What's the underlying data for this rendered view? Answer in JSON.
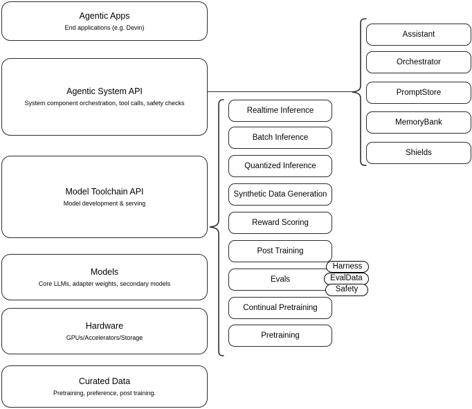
{
  "diagram": {
    "title": "Agentic stack layered architecture",
    "stroke_color": "#2b2b2b",
    "background_color": "#ffffff"
  },
  "layers": [
    {
      "name": "agentic-apps",
      "title": "Agentic Apps",
      "subtitle": "End applications (e.g. Devin)"
    },
    {
      "name": "agentic-system-api",
      "title": "Agentic System API",
      "subtitle": "System component orchestration, tool calls, safety checks"
    },
    {
      "name": "model-toolchain-api",
      "title": "Model Toolchain API",
      "subtitle": "Model development & serving"
    },
    {
      "name": "models",
      "title": "Models",
      "subtitle": "Core LLMs, adapter weights, secondary models"
    },
    {
      "name": "hardware",
      "title": "Hardware",
      "subtitle": "GPUs/Accelerators/Storage"
    },
    {
      "name": "curated-data",
      "title": "Curated Data",
      "subtitle": "Pretraining, preference, post training."
    }
  ],
  "toolchain_capabilities": [
    {
      "name": "realtime-inference",
      "label": "Realtime Inference"
    },
    {
      "name": "batch-inference",
      "label": "Batch Inference"
    },
    {
      "name": "quantized-inference",
      "label": "Quantized Inference"
    },
    {
      "name": "synthetic-data-generation",
      "label": "Synthetic Data Generation"
    },
    {
      "name": "reward-scoring",
      "label": "Reward Scoring"
    },
    {
      "name": "post-training",
      "label": "Post Training"
    },
    {
      "name": "evals",
      "label": "Evals"
    },
    {
      "name": "continual-pretraining",
      "label": "Continual Pretraining"
    },
    {
      "name": "pretraining",
      "label": "Pretraining"
    }
  ],
  "eval_tags": [
    {
      "name": "harness",
      "label": "Harness"
    },
    {
      "name": "evaldata",
      "label": "EvalData"
    },
    {
      "name": "safety",
      "label": "Safety"
    }
  ],
  "system_components": [
    {
      "name": "assistant",
      "label": "Assistant"
    },
    {
      "name": "orchestrator",
      "label": "Orchestrator"
    },
    {
      "name": "promptstore",
      "label": "PromptStore"
    },
    {
      "name": "memorybank",
      "label": "MemoryBank"
    },
    {
      "name": "shields",
      "label": "Shields"
    }
  ]
}
